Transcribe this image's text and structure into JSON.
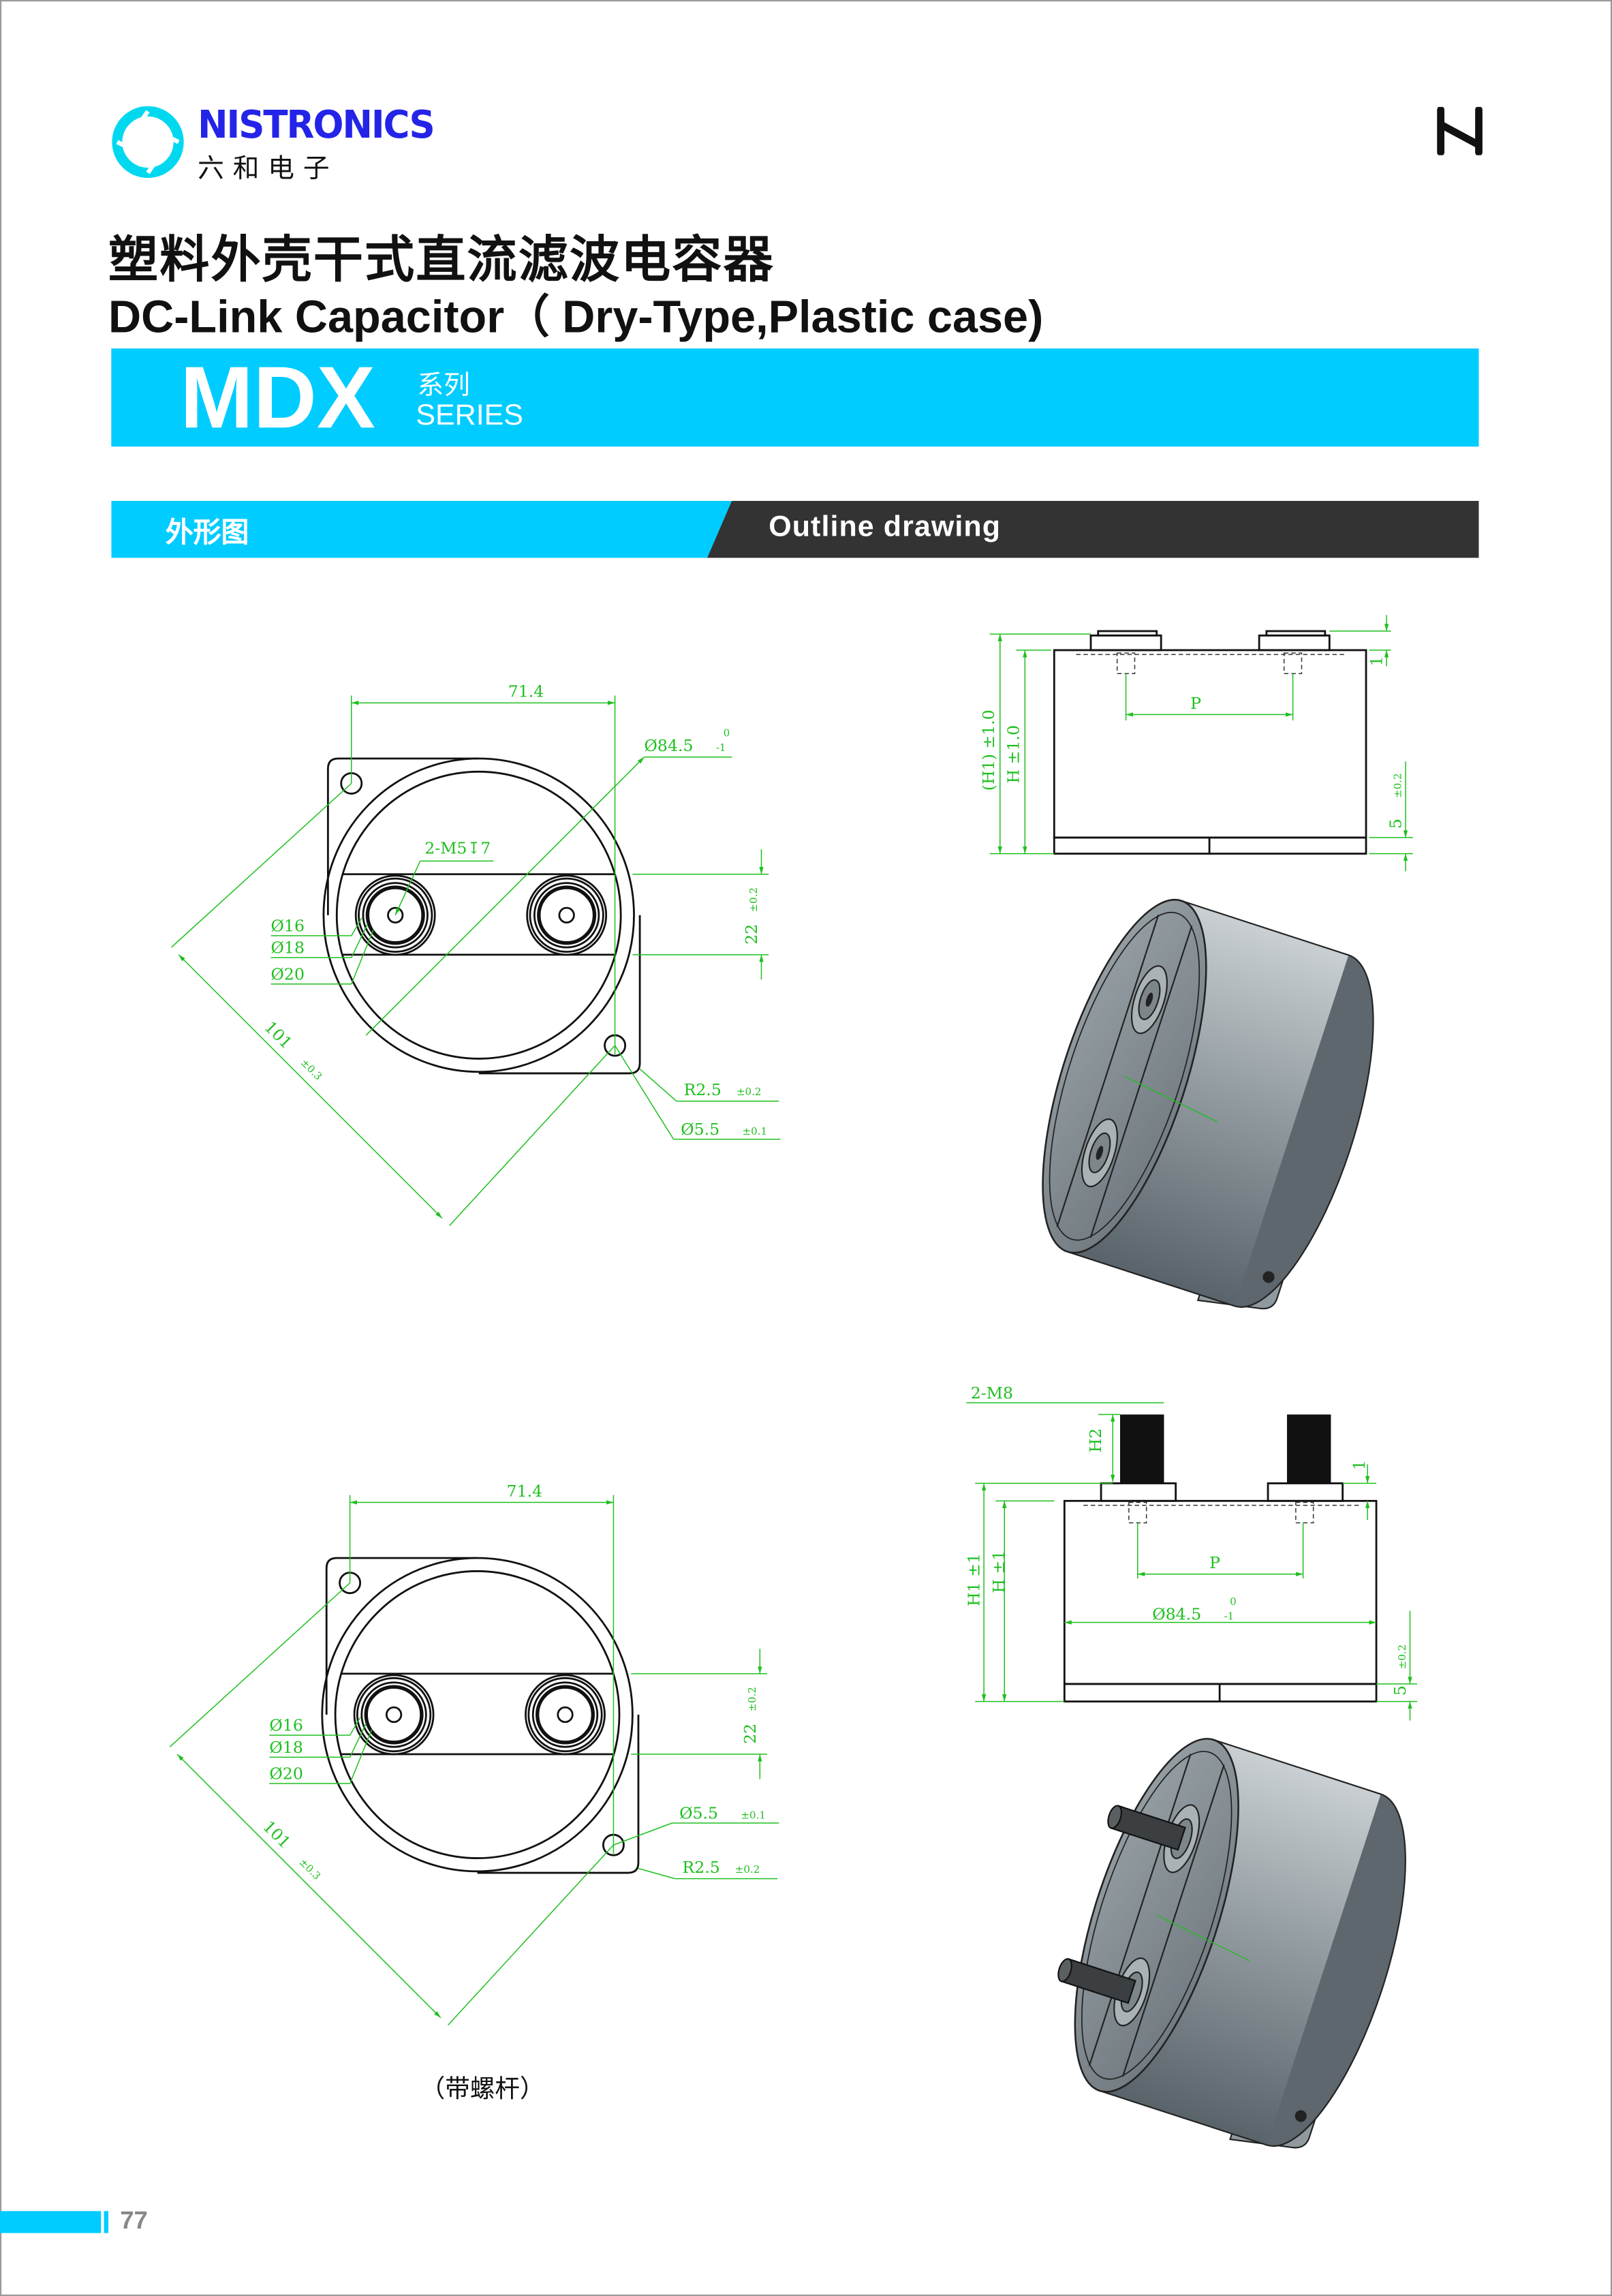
{
  "brand": {
    "name": "NISTRONICS",
    "chinese": "六和电子"
  },
  "title": {
    "zh": "塑料外壳干式直流滤波电容器",
    "en": "DC-Link Capacitor（ Dry-Type,Plastic case)"
  },
  "series": {
    "code": "MDX",
    "zh": "系列",
    "en": "SERIES"
  },
  "section": {
    "zh": "外形图",
    "en": "Outline drawing"
  },
  "drawings": {
    "top_front": {
      "width": "71.4",
      "diameter": "Ø84.5",
      "tol_upper": "0",
      "tol_lower": "-1",
      "thread": "2-M5↧7",
      "rings": [
        "Ø16",
        "Ø18",
        "Ø20"
      ],
      "pitch": "22",
      "pitch_tol": "±0.2",
      "diagonal": "101",
      "diagonal_tol": "±0.3",
      "radius": "R2.5",
      "radius_tol": "±0.2",
      "hole": "Ø5.5",
      "hole_tol": "±0.1"
    },
    "top_side": {
      "h1": "(H1) ±1.0",
      "h": "H ±1.0",
      "p": "P",
      "one": "1",
      "base": "5",
      "base_tol": "±0.2"
    },
    "bottom_front": {
      "width": "71.4",
      "rings": [
        "Ø16",
        "Ø18",
        "Ø20"
      ],
      "pitch": "22",
      "pitch_tol": "±0.2",
      "diagonal": "101",
      "diagonal_tol": "±0.3",
      "radius": "R2.5",
      "radius_tol": "±0.2",
      "hole": "Ø5.5",
      "hole_tol": "±0.1"
    },
    "bottom_side": {
      "thread": "2-M8",
      "h2": "H2",
      "h1": "H1 ±1",
      "h": "H ±1",
      "p": "P",
      "diameter": "Ø84.5",
      "tol_upper": "0",
      "tol_lower": "-1",
      "one": "1",
      "base": "5",
      "base_tol": "±0.2"
    },
    "caption": "（带螺杆）"
  },
  "page_number": "77",
  "colors": {
    "accent": "#00ccff",
    "dark_bar": "#333333",
    "dimension": "#1fbf1f",
    "brand_blue": "#2424e8"
  }
}
